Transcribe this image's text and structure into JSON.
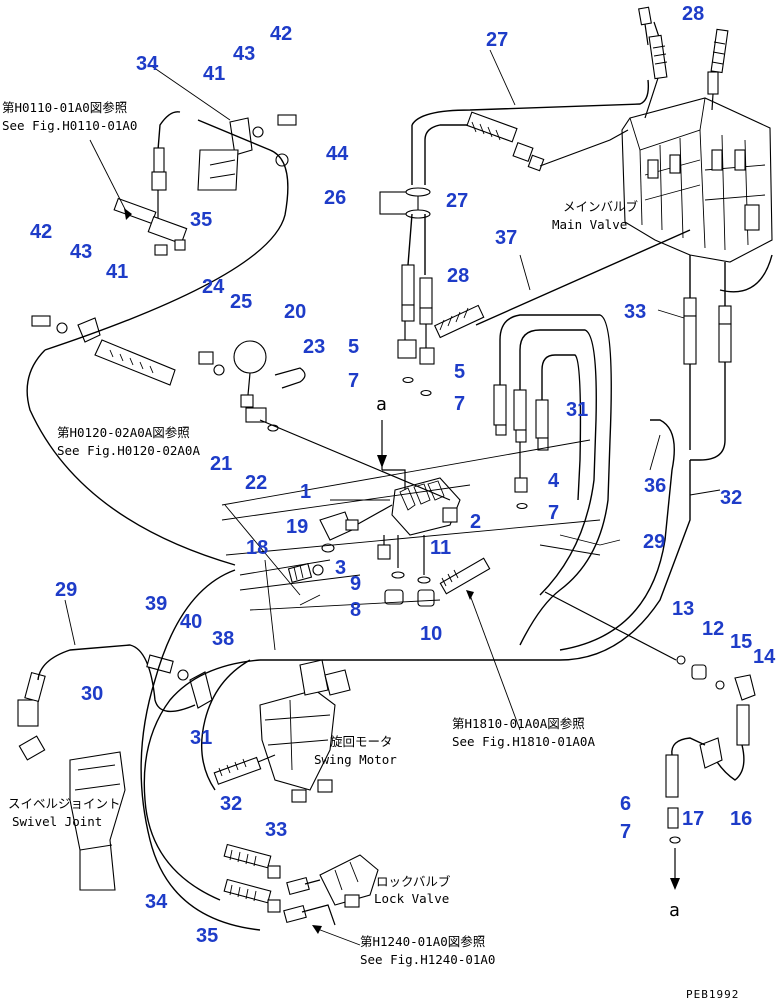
{
  "callouts": [
    {
      "n": "28"
    },
    {
      "n": "27"
    },
    {
      "n": "42"
    },
    {
      "n": "43"
    },
    {
      "n": "34"
    },
    {
      "n": "41"
    },
    {
      "n": "44"
    },
    {
      "n": "35"
    },
    {
      "n": "26"
    },
    {
      "n": "27"
    },
    {
      "n": "37"
    },
    {
      "n": "42"
    },
    {
      "n": "43"
    },
    {
      "n": "41"
    },
    {
      "n": "24"
    },
    {
      "n": "25"
    },
    {
      "n": "20"
    },
    {
      "n": "28"
    },
    {
      "n": "33"
    },
    {
      "n": "5"
    },
    {
      "n": "5"
    },
    {
      "n": "23"
    },
    {
      "n": "7"
    },
    {
      "n": "7"
    },
    {
      "n": "31"
    },
    {
      "n": "21"
    },
    {
      "n": "22"
    },
    {
      "n": "4"
    },
    {
      "n": "36"
    },
    {
      "n": "32"
    },
    {
      "n": "1"
    },
    {
      "n": "2"
    },
    {
      "n": "7"
    },
    {
      "n": "19"
    },
    {
      "n": "18"
    },
    {
      "n": "3"
    },
    {
      "n": "11"
    },
    {
      "n": "29"
    },
    {
      "n": "9"
    },
    {
      "n": "8"
    },
    {
      "n": "10"
    },
    {
      "n": "29"
    },
    {
      "n": "39"
    },
    {
      "n": "40"
    },
    {
      "n": "38"
    },
    {
      "n": "13"
    },
    {
      "n": "12"
    },
    {
      "n": "15"
    },
    {
      "n": "14"
    },
    {
      "n": "30"
    },
    {
      "n": "31"
    },
    {
      "n": "6"
    },
    {
      "n": "17"
    },
    {
      "n": "16"
    },
    {
      "n": "7"
    },
    {
      "n": "32"
    },
    {
      "n": "33"
    },
    {
      "n": "34"
    },
    {
      "n": "35"
    }
  ],
  "notes": {
    "ref_h0110_jp": "第H0110-01A0図参照",
    "ref_h0110_en": "See Fig.H0110-01A0",
    "ref_h0120_jp": "第H0120-02A0A図参照",
    "ref_h0120_en": "See Fig.H0120-02A0A",
    "ref_h1810_jp": "第H1810-01A0A図参照",
    "ref_h1810_en": "See Fig.H1810-01A0A",
    "ref_h1240_jp": "第H1240-01A0図参照",
    "ref_h1240_en": "See Fig.H1240-01A0",
    "main_valve_jp": "メインバルブ",
    "main_valve_en": "Main Valve",
    "swing_motor_jp": "旋回モータ",
    "swing_motor_en": "Swing Motor",
    "swivel_joint_jp": "スイベルジョイント",
    "swivel_joint_en": "Swivel Joint",
    "lock_valve_jp": "ロックバルブ",
    "lock_valve_en": "Lock Valve",
    "marker_a_top": "a",
    "marker_a_bottom": "a",
    "drawing_code": "PEB1992"
  },
  "colors": {
    "callout": "#1e3cc8",
    "line": "#000000"
  }
}
